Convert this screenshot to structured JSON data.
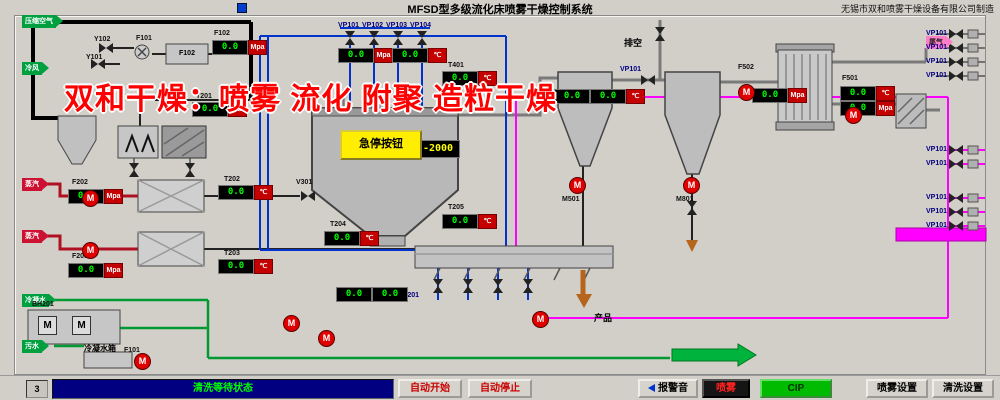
{
  "header": {
    "title": "MFSD型多级流化床喷雾干燥控制系统",
    "manufacturer": "无锡市双和喷雾干燥设备有限公司制造"
  },
  "watermark": {
    "brand": "双和干燥：",
    "slogan": "喷雾 流化 附聚 造粒干燥"
  },
  "arrows": {
    "compressed_air": "压缩空气",
    "cold_air": "冷风",
    "steam": "蒸汽",
    "condensate": "冷凝水",
    "drain": "污水",
    "tail_gas": "尾气"
  },
  "labels": {
    "vent": "排空",
    "product": "产品",
    "condensate_tank": "冷凝水箱",
    "estop": "急停按钮"
  },
  "tags": {
    "y101": "Y101",
    "y102": "Y102",
    "f101": "F101",
    "f102": "F102",
    "f202": "F202",
    "f203": "F203",
    "f501": "F501",
    "f502": "F502",
    "t201": "T201",
    "t202": "T202",
    "t203": "T203",
    "t204": "T204",
    "t205": "T205",
    "t401": "T401",
    "v301": "V301",
    "vp101": "VP101",
    "vp102": "VP102",
    "vp103": "VP103",
    "vp104": "VP104",
    "vp201": "VP201",
    "m501": "M501",
    "m801": "M801",
    "bh201": "BH201"
  },
  "values": {
    "zero": "0.0",
    "neg": "-2000"
  },
  "units": {
    "p": "Mpa",
    "t": "℃"
  },
  "motor": "M",
  "statusbar": {
    "page": "3",
    "status": "清洗等待状态"
  },
  "buttons": {
    "auto_start": "自动开始",
    "auto_stop": "自动停止",
    "alarm": "报警音",
    "spray": "喷雾",
    "cip": "CIP",
    "spray_set": "喷雾设置",
    "clean_set": "清洗设置"
  },
  "colors": {
    "magenta": "#FF00FF",
    "blue": "#0033CC",
    "green": "#009933",
    "steam_red": "#CC1133",
    "display_green": "#00FF00",
    "warn_yellow": "#FFFF00",
    "status_bg": "#000080",
    "cip_green": "#00BB00",
    "panel": "#D2CFC8"
  }
}
